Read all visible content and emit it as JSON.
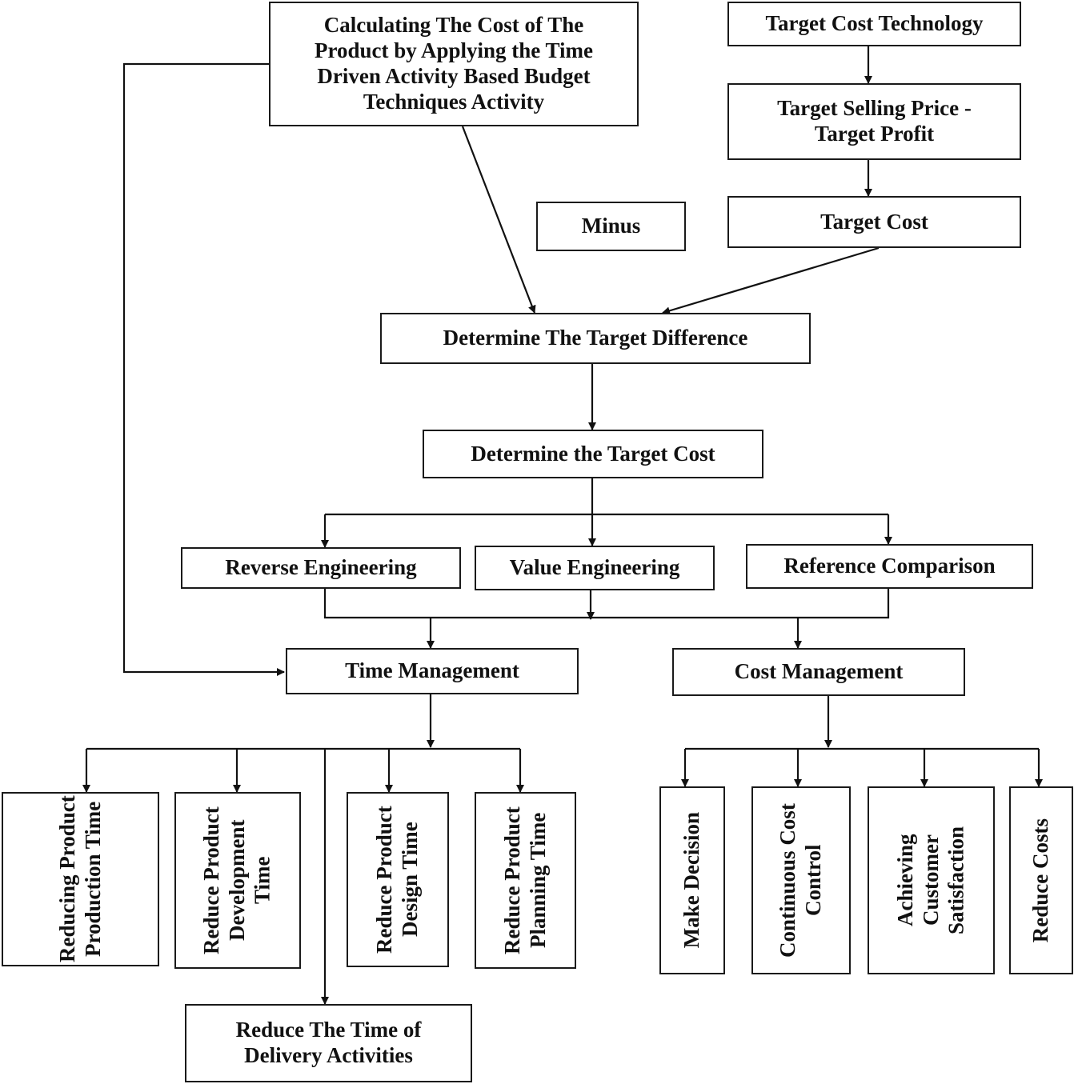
{
  "diagram": {
    "nodes": {
      "calc_cost": "Calculating The Cost of The Product by Applying the Time Driven Activity Based Budget Techniques Activity",
      "target_cost_technology": "Target Cost Technology",
      "selling_minus_profit": "Target Selling Price - Target Profit",
      "target_cost": "Target Cost",
      "minus": "Minus",
      "determine_difference": "Determine The Target Difference",
      "determine_target_cost": "Determine the Target Cost",
      "reverse_engineering": "Reverse Engineering",
      "value_engineering": "Value Engineering",
      "reference_comparison": "Reference Comparison",
      "time_management": "Time Management",
      "cost_management": "Cost Management",
      "reducing_production_time": "Reducing Product Production Time",
      "reduce_development_time": "Reduce Product Development Time",
      "reduce_design_time": "Reduce Product Design Time",
      "reduce_planning_time": "Reduce Product Planning Time",
      "reduce_delivery_time": "Reduce The Time of Delivery Activities",
      "make_decision": "Make Decision",
      "continuous_cost_control": "Continuous Cost Control",
      "customer_satisfaction": "Achieving Customer Satisfaction",
      "reduce_costs": "Reduce Costs"
    },
    "edges": [
      [
        "target_cost_technology",
        "selling_minus_profit"
      ],
      [
        "selling_minus_profit",
        "target_cost"
      ],
      [
        "calc_cost",
        "determine_difference"
      ],
      [
        "target_cost",
        "determine_difference"
      ],
      [
        "calc_cost",
        "time_management"
      ],
      [
        "determine_difference",
        "determine_target_cost"
      ],
      [
        "determine_target_cost",
        "reverse_engineering"
      ],
      [
        "determine_target_cost",
        "value_engineering"
      ],
      [
        "determine_target_cost",
        "reference_comparison"
      ],
      [
        "reverse_engineering",
        "time_management"
      ],
      [
        "value_engineering",
        "time_management"
      ],
      [
        "reference_comparison",
        "cost_management"
      ],
      [
        "time_management",
        "reducing_production_time"
      ],
      [
        "time_management",
        "reduce_development_time"
      ],
      [
        "time_management",
        "reduce_delivery_time"
      ],
      [
        "time_management",
        "reduce_design_time"
      ],
      [
        "time_management",
        "reduce_planning_time"
      ],
      [
        "cost_management",
        "make_decision"
      ],
      [
        "cost_management",
        "continuous_cost_control"
      ],
      [
        "cost_management",
        "customer_satisfaction"
      ],
      [
        "cost_management",
        "reduce_costs"
      ]
    ]
  }
}
